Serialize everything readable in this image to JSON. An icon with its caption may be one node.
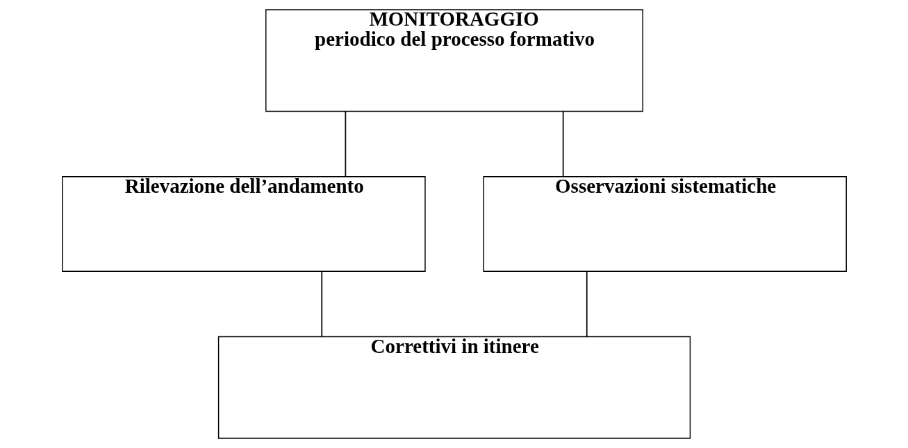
{
  "diagram": {
    "nodes": [
      {
        "text": [
          "MONITORAGGIO",
          "periodico del processo formativo"
        ]
      },
      {
        "text": [
          "Rilevazione dell’andamento"
        ]
      },
      {
        "text": [
          "Osservazioni sistematiche"
        ]
      },
      {
        "text": [
          "Correttivi in itinere"
        ]
      }
    ],
    "edges": [
      {
        "from": 0,
        "to": 1,
        "arrow": "none"
      },
      {
        "from": 0,
        "to": 2,
        "arrow": "none"
      },
      {
        "from": 1,
        "to": 3,
        "arrow": "none"
      },
      {
        "from": 2,
        "to": 3,
        "arrow": "none"
      }
    ]
  }
}
